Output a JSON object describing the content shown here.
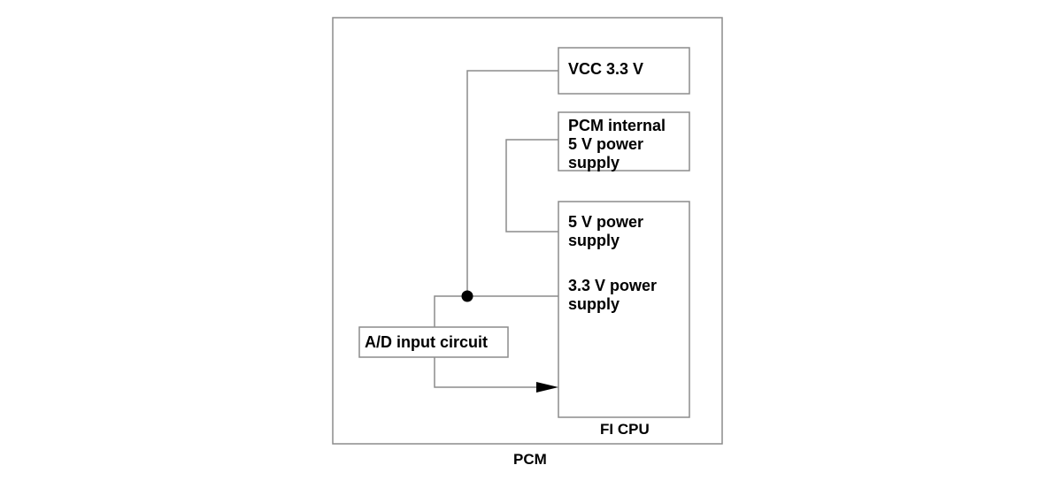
{
  "diagram": {
    "outer_label": "PCM",
    "blocks": {
      "vcc": "VCC 3.3 V",
      "pcm_internal": "PCM internal\n5 V power\nsupply",
      "fi_cpu": "FI CPU",
      "fi_cpu_5v_input": "5 V power\nsupply",
      "fi_cpu_33v_input": "3.3 V power\nsupply",
      "ad_input": "A/D input circuit"
    },
    "colors": {
      "line": "#8c8c8c",
      "box_border": "#8c8c8c",
      "text": "#000000",
      "junction": "#000000",
      "arrow": "#000000"
    }
  }
}
